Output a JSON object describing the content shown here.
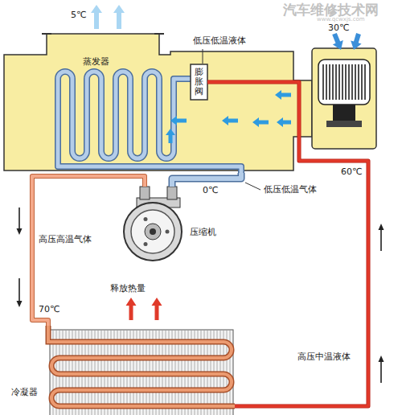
{
  "diagram": {
    "nodes": [
      {
        "text": [
          "蒸发器"
        ]
      },
      {
        "text": [
          "膨胀阀"
        ],
        "in": 0
      },
      {
        "text": [
          "压缩机"
        ]
      },
      {
        "text": [
          "冷凝器"
        ]
      }
    ],
    "edges": [
      {
        "from": 0,
        "to": 2,
        "arrow": "none"
      },
      {
        "from": 2,
        "to": 3,
        "arrow": "none"
      },
      {
        "from": 3,
        "to": 1,
        "arrow": "none"
      }
    ],
    "labels": [
      "5℃",
      "汽车维修技术网",
      "www.qcwxjs.com",
      "30℃",
      "低压低温液体",
      "0℃",
      "低压低温气体",
      "高压高温气体",
      "释放热量",
      "70℃",
      "60℃",
      "高压中温液体"
    ]
  }
}
